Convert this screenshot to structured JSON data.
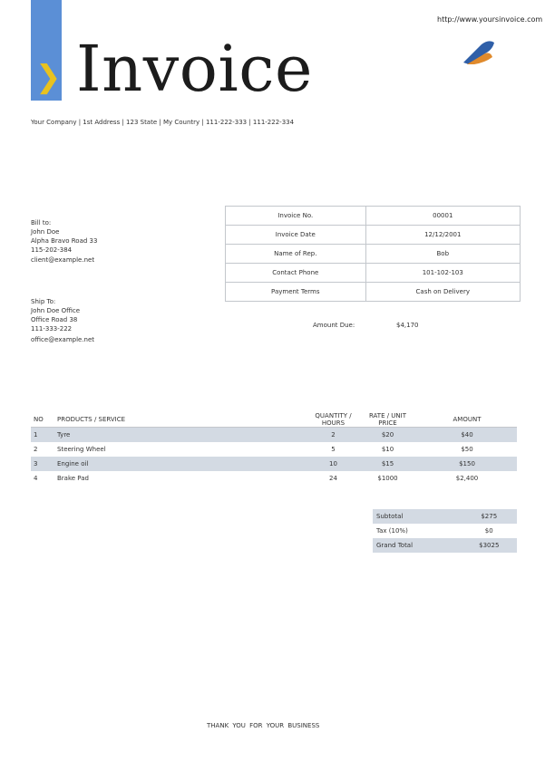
{
  "header": {
    "title_small": "Invoice",
    "title_big": "Invoice",
    "website": "http://www.yoursinvoice.com",
    "accent_color": "#5b8fd6",
    "chevron_color": "#e8c21f",
    "logo_icon": "feather-pen-icon"
  },
  "company": {
    "line": "Your Company | 1st Address | 123 State | My Country | 111-222-333 | 111-222-334"
  },
  "bill_to": {
    "heading": "Bill to:",
    "name": "John Doe",
    "address": "Alpha Bravo Road 33",
    "phone": "115-202-384",
    "email": "client@example.net"
  },
  "ship_to": {
    "heading": "Ship To:",
    "name": "John Doe Office",
    "address": "Office Road 38",
    "phone": "111-333-222",
    "email": "office@example.net"
  },
  "meta": [
    {
      "label": "Invoice No.",
      "value": "00001"
    },
    {
      "label": "Invoice Date",
      "value": "12/12/2001"
    },
    {
      "label": "Name of Rep.",
      "value": "Bob"
    },
    {
      "label": "Contact Phone",
      "value": "101-102-103"
    },
    {
      "label": "Payment Terms",
      "value": "Cash on Delivery"
    }
  ],
  "amount_due": {
    "label": "Amount Due:",
    "value": "$4,170"
  },
  "items": {
    "headers": {
      "no": "NO",
      "product": "PRODUCTS / SERVICE",
      "qty": "QUANTITY / HOURS",
      "rate": "RATE / UNIT PRICE",
      "amount": "AMOUNT"
    },
    "rows": [
      {
        "no": "1",
        "product": "Tyre",
        "qty": "2",
        "rate": "$20",
        "amount": "$40"
      },
      {
        "no": "2",
        "product": "Steering Wheel",
        "qty": "5",
        "rate": "$10",
        "amount": "$50"
      },
      {
        "no": "3",
        "product": "Engine oil",
        "qty": "10",
        "rate": "$15",
        "amount": "$150"
      },
      {
        "no": "4",
        "product": "Brake Pad",
        "qty": "24",
        "rate": "$1000",
        "amount": "$2,400"
      }
    ]
  },
  "totals": [
    {
      "label": "Subtotal",
      "value": "$275"
    },
    {
      "label": "Tax (10%)",
      "value": "$0"
    },
    {
      "label": "Grand Total",
      "value": "$3025"
    }
  ],
  "footer": {
    "thanks": "THANK YOU FOR YOUR BUSINESS"
  }
}
